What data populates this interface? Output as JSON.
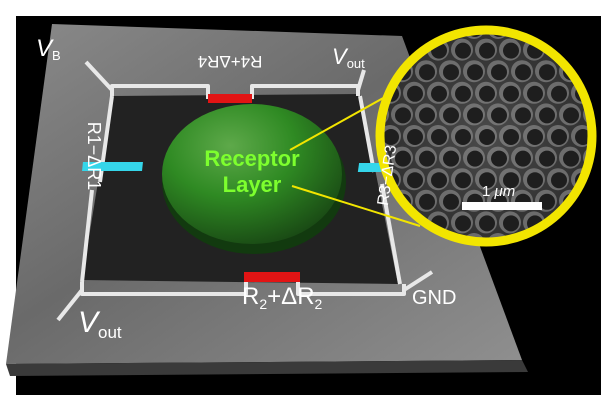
{
  "labels": {
    "top_left_voltage_main": "V",
    "top_left_voltage_sub": "B",
    "top_right_voltage_main": "V",
    "top_right_voltage_sub": "out",
    "bottom_left_voltage_main": "V",
    "bottom_left_voltage_sub": "out",
    "ground": "GND",
    "top_resistor": "R4+ΔR4",
    "left_resistor": "R1−ΔR1",
    "right_resistor": "R3−ΔR3",
    "bottom_resistor_main": "R",
    "bottom_resistor_sub1": "2",
    "bottom_resistor_mid": "+ΔR",
    "bottom_resistor_sub2": "2",
    "receptor_line1": "Receptor",
    "receptor_line2": "Layer",
    "scale_bar_prefix": "1 ",
    "scale_bar_unit": "μm"
  },
  "colors": {
    "background": "#000000",
    "substrate": "#6e6e6e",
    "trace": "#e8e8e8",
    "receptor": "#2f8a23",
    "resistor_red": "#e21414",
    "resistor_cyan": "#35d6ea",
    "zoom_ring": "#f2e500"
  },
  "icons": {
    "zoom_inset": "sem-texture-inset",
    "scale_bar": "scale-bar"
  }
}
